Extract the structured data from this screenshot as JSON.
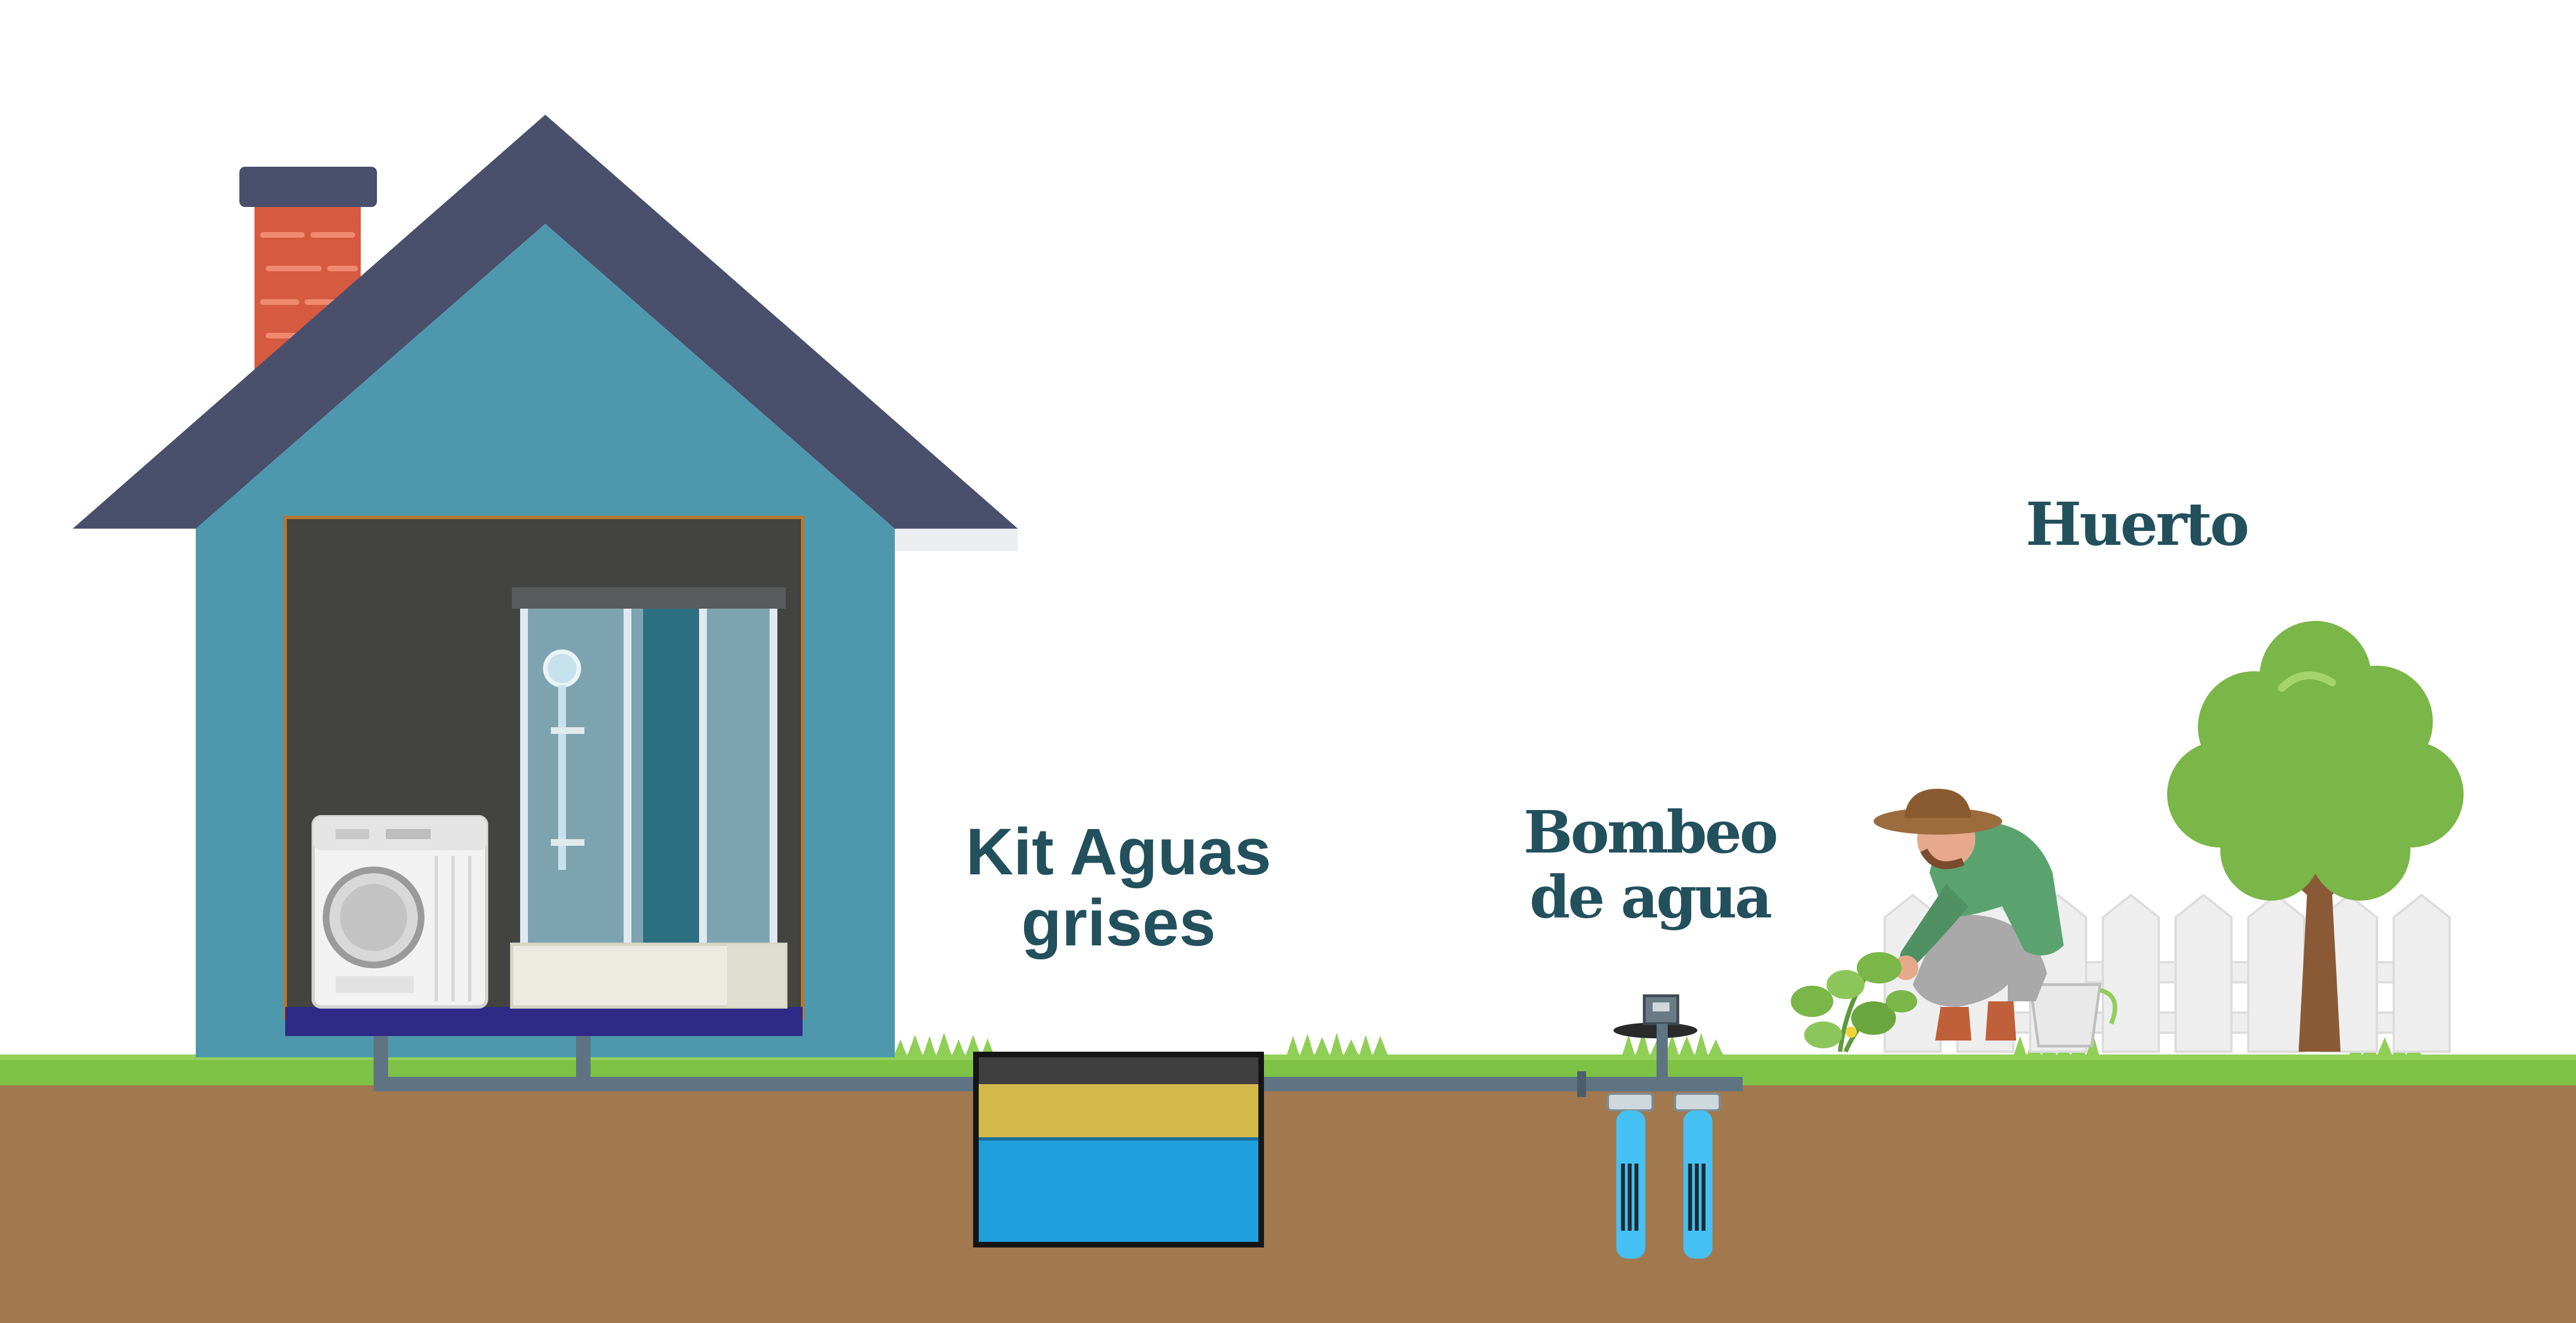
{
  "labels": {
    "kit_line1": "Kit Aguas",
    "kit_line2": "grises",
    "bombeo_line1": "Bombeo",
    "bombeo_line2": "de agua",
    "huerto": "Huerto"
  },
  "colors": {
    "label_text": "#23505d",
    "house_wall": "#4e98ad",
    "roof": "#4a4f6c",
    "chimney": "#d65a40",
    "interior": "#434340",
    "floor": "#2e2a86",
    "grass": "#7dc245",
    "soil": "#a2784f",
    "pipe": "#5f7482",
    "tank_water": "#1f9fdc",
    "tank_filter": "#d3b84a",
    "tank_lid": "#3f3f3f",
    "filter_blue": "#45c0f2",
    "tree_leaves": "#7ab648",
    "tree_trunk": "#8a5a36",
    "fence": "#eeeeee"
  },
  "icons": [
    "house-icon",
    "chimney-icon",
    "washing-machine-icon",
    "shower-cabin-icon",
    "greywater-tank-icon",
    "water-pump-icon",
    "gardener-icon",
    "plant-icon",
    "tree-icon",
    "fence-icon"
  ]
}
